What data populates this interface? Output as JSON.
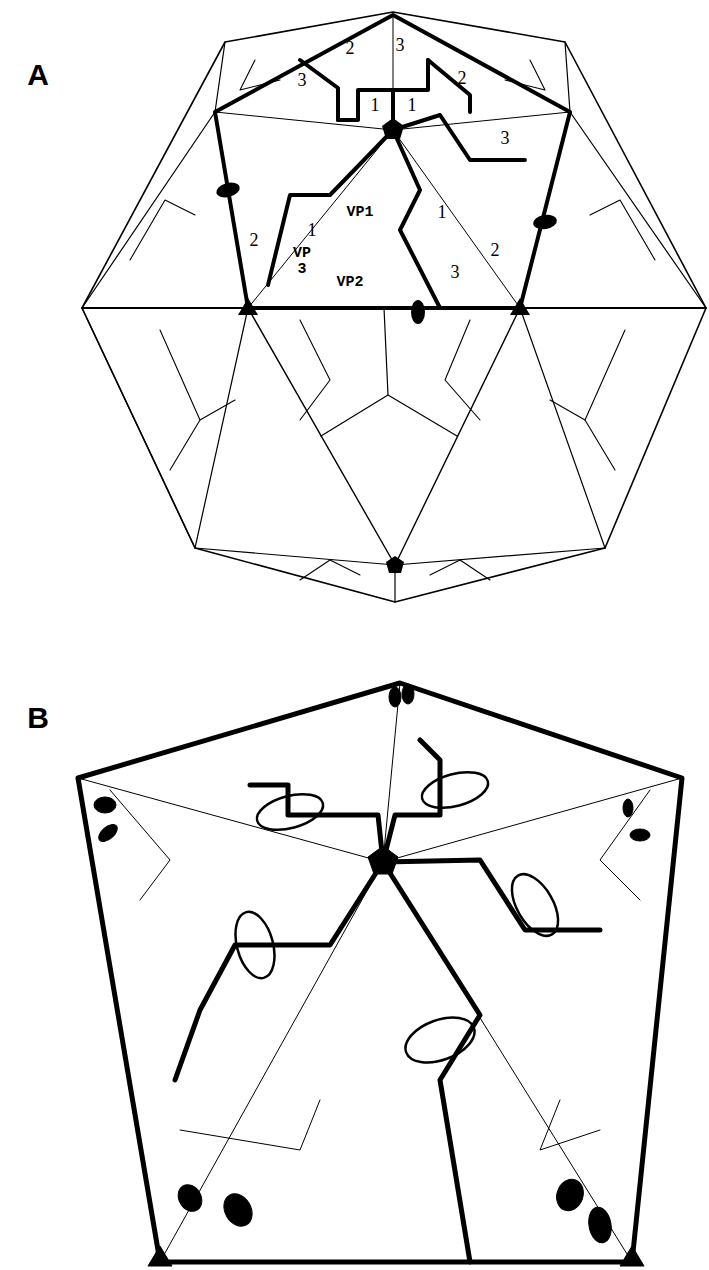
{
  "diagram": {
    "labels": [
      "A",
      "2",
      "3",
      "3",
      "1",
      "1",
      "2",
      "3",
      "2",
      "1",
      "VP1",
      "1",
      "VP 3",
      "VP2",
      "3",
      "2",
      "B"
    ]
  }
}
